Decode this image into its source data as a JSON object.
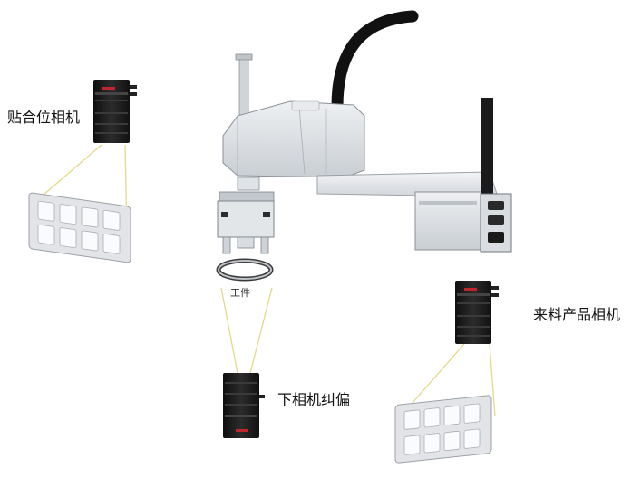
{
  "labels": {
    "placement_camera": "贴合位相机",
    "workpiece": "工件",
    "bottom_camera": "下相机纠偏",
    "incoming_camera": "来料产品相机"
  },
  "colors": {
    "fov_lines": "#e3d98a",
    "robot_body": "#d6dbe0",
    "robot_edge": "#8a9096",
    "cable": "#111111",
    "camera_body": "#1e1e1e",
    "camera_brand_accent": "#c0262b",
    "tray": "#e2e4e7"
  },
  "icons": {
    "robot": "scara-robot-icon",
    "camera": "industrial-camera-icon",
    "tray": "parts-tray-icon",
    "workpiece": "ring-workpiece-icon"
  }
}
